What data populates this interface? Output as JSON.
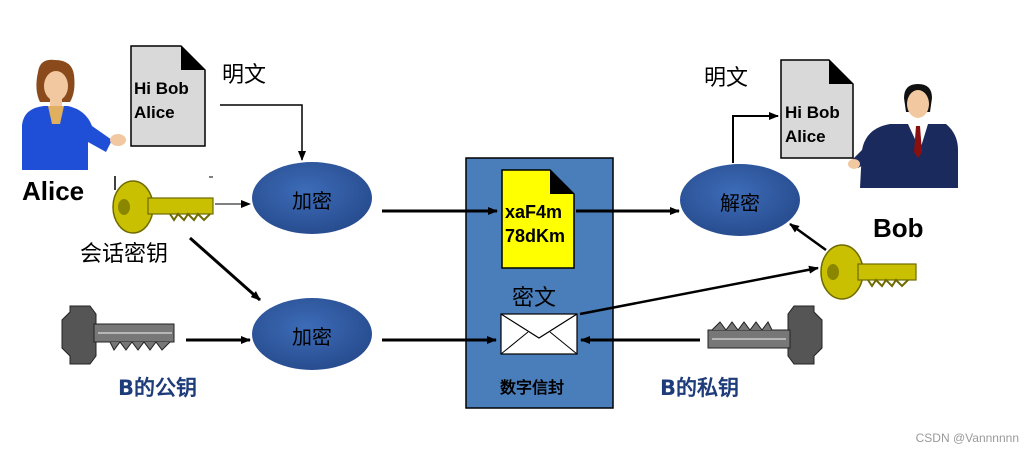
{
  "alice": {
    "name": "Alice"
  },
  "bob": {
    "name": "Bob"
  },
  "plaintext_doc_left": {
    "line1": "Hi Bob",
    "line2": "Alice"
  },
  "plaintext_doc_right": {
    "line1": "Hi Bob",
    "line2": "Alice"
  },
  "labels": {
    "plaintext_left": "明文",
    "plaintext_right": "明文",
    "session_key": "会话密钥",
    "b_public_key": "B的公钥",
    "b_private_key": "B的私钥",
    "ciphertext": "密文",
    "digital_envelope": "数字信封"
  },
  "processes": {
    "encrypt_top": "加密",
    "encrypt_bottom": "加密",
    "decrypt": "解密"
  },
  "cipher_doc": {
    "line1": "xaF4m",
    "line2": "78dKm"
  },
  "watermark": "CSDN @Vannnnnn",
  "colors": {
    "ellipse_fill": "#2f5597",
    "envelope_panel": "#4a7ebb",
    "cipher_doc_fill": "#ffff00",
    "plain_doc_fill": "#d9d9d9",
    "gold_key": "#c8c000",
    "gray_key": "#555555",
    "label_blue": "#1f3c7a"
  },
  "icons": [
    "alice-person-icon",
    "bob-person-icon",
    "gold-key-icon",
    "gray-key-icon",
    "envelope-icon",
    "document-icon"
  ]
}
